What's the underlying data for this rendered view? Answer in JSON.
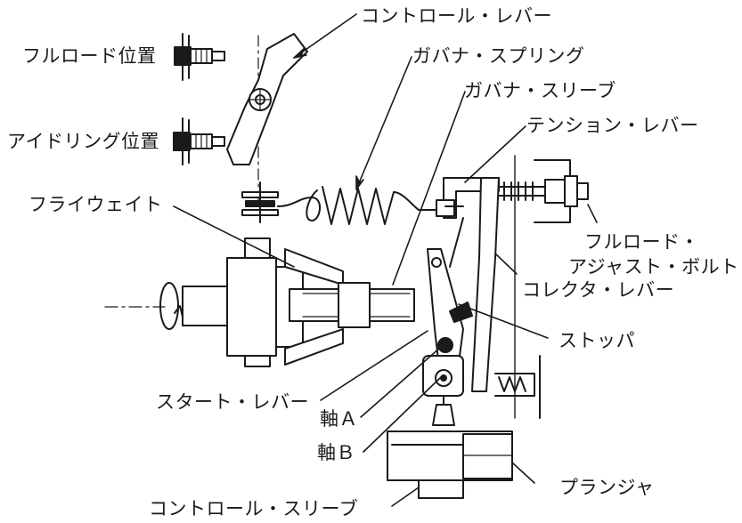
{
  "labels": {
    "control_lever": "コントロール・レバー",
    "full_load_position": "フルロード位置",
    "governor_spring": "ガバナ・スプリング",
    "governor_sleeve": "ガバナ・スリーブ",
    "idling_position": "アイドリング位置",
    "tension_lever": "テンション・レバー",
    "flyweight": "フライウェイト",
    "full_load_adjust_bolt_line1": "フルロード・",
    "full_load_adjust_bolt_line2": "アジャスト・ボルト",
    "corrector_lever": "コレクタ・レバー",
    "stopper": "ストッパ",
    "start_lever": "スタート・レバー",
    "shaft_a": "軸Ａ",
    "shaft_b": "軸Ｂ",
    "plunger": "プランジャ",
    "control_sleeve": "コントロール・スリーブ"
  },
  "colors": {
    "ink": "#1a1a1a",
    "background": "#ffffff"
  }
}
